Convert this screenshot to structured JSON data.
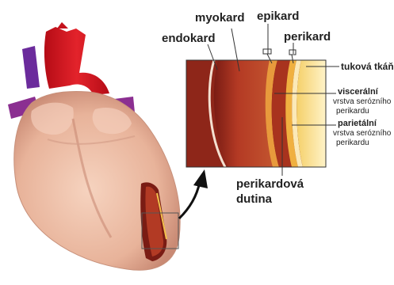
{
  "labels": {
    "myokard": "myokard",
    "epikard": "epikard",
    "endokard": "endokard",
    "perikard": "perikard",
    "tukova_tkan": "tuková tkáň",
    "visceralni": "viscerální",
    "visceralni_desc": [
      "vrstva serózního",
      "perikardu"
    ],
    "parietalni": "parietální",
    "parietalni_desc": [
      "vrstva serózního",
      "perikardu"
    ],
    "perikardova_dutina": [
      "perikardová",
      "dutina"
    ]
  },
  "colors": {
    "heart_fill": "#e8b59a",
    "aorta": "#d8101c",
    "vena_cava": "#6a2a9c",
    "pulmonary": "#8a2e8e",
    "myocardium": "#b4341f",
    "pericardial_fat": "#f2c24a",
    "accent_outline": "#333333"
  }
}
